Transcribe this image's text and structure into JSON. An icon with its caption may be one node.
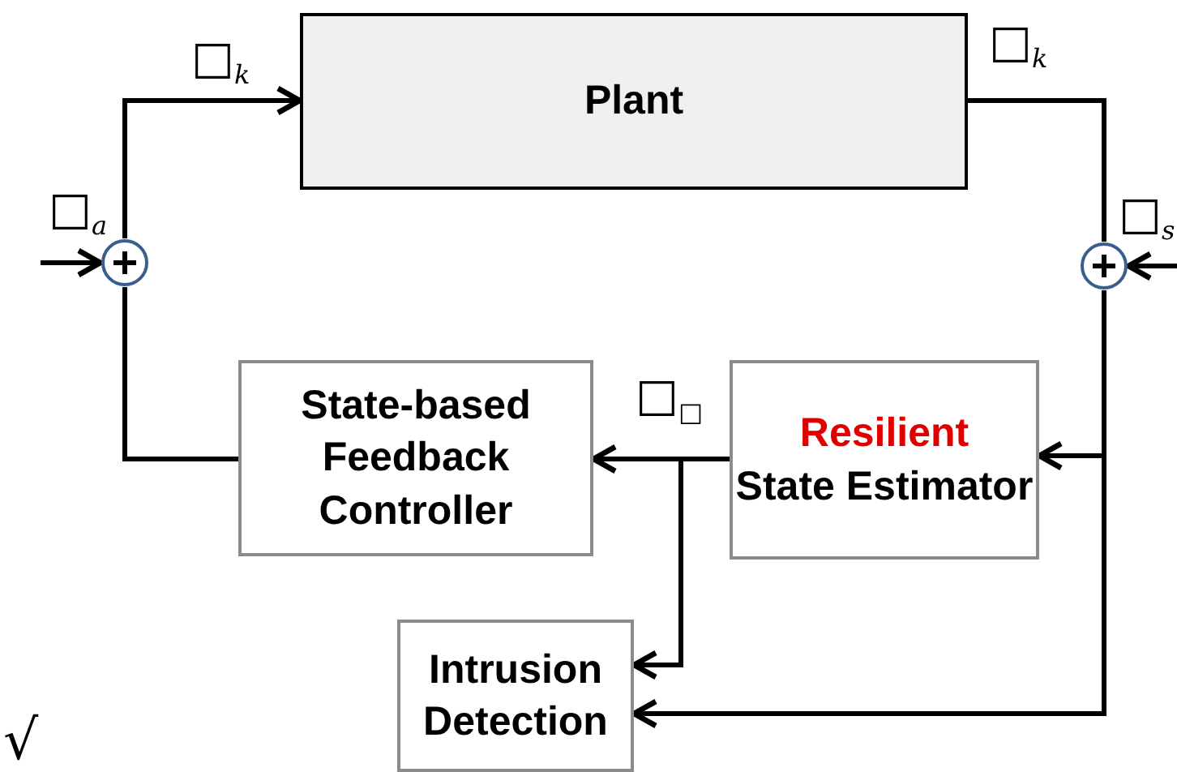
{
  "diagram": {
    "nodes": [
      {
        "text": [
          "Plant"
        ]
      },
      {
        "text": [],
        "shape": "circle"
      },
      {
        "text": [],
        "shape": "circle"
      },
      {
        "text": [
          "State-based Feedback Controller"
        ]
      },
      {
        "text": [
          "Resilient",
          "State Estimator"
        ]
      },
      {
        "text": [
          "Intrusion Detection"
        ]
      }
    ],
    "edges": [
      {
        "from": 1,
        "to": 0,
        "arrow": "to",
        "label": "□$_{k}$"
      },
      {
        "from": 0,
        "to": 2,
        "arrow": "none",
        "label": "□$_{k}$"
      },
      {
        "from": null,
        "to": 1,
        "arrow": "to",
        "label": "□$_{a}$"
      },
      {
        "from": null,
        "to": 2,
        "arrow": "to",
        "label": "□$_{s}$"
      },
      {
        "from": 2,
        "to": 4,
        "arrow": "to"
      },
      {
        "from": 2,
        "to": 5,
        "arrow": "to"
      },
      {
        "from": 4,
        "to": 3,
        "arrow": "to",
        "label": "□$_{□}$"
      },
      {
        "from": 4,
        "to": 5,
        "arrow": "to"
      },
      {
        "from": 3,
        "to": 1,
        "arrow": "none"
      }
    ],
    "labels": [
      "√"
    ]
  }
}
